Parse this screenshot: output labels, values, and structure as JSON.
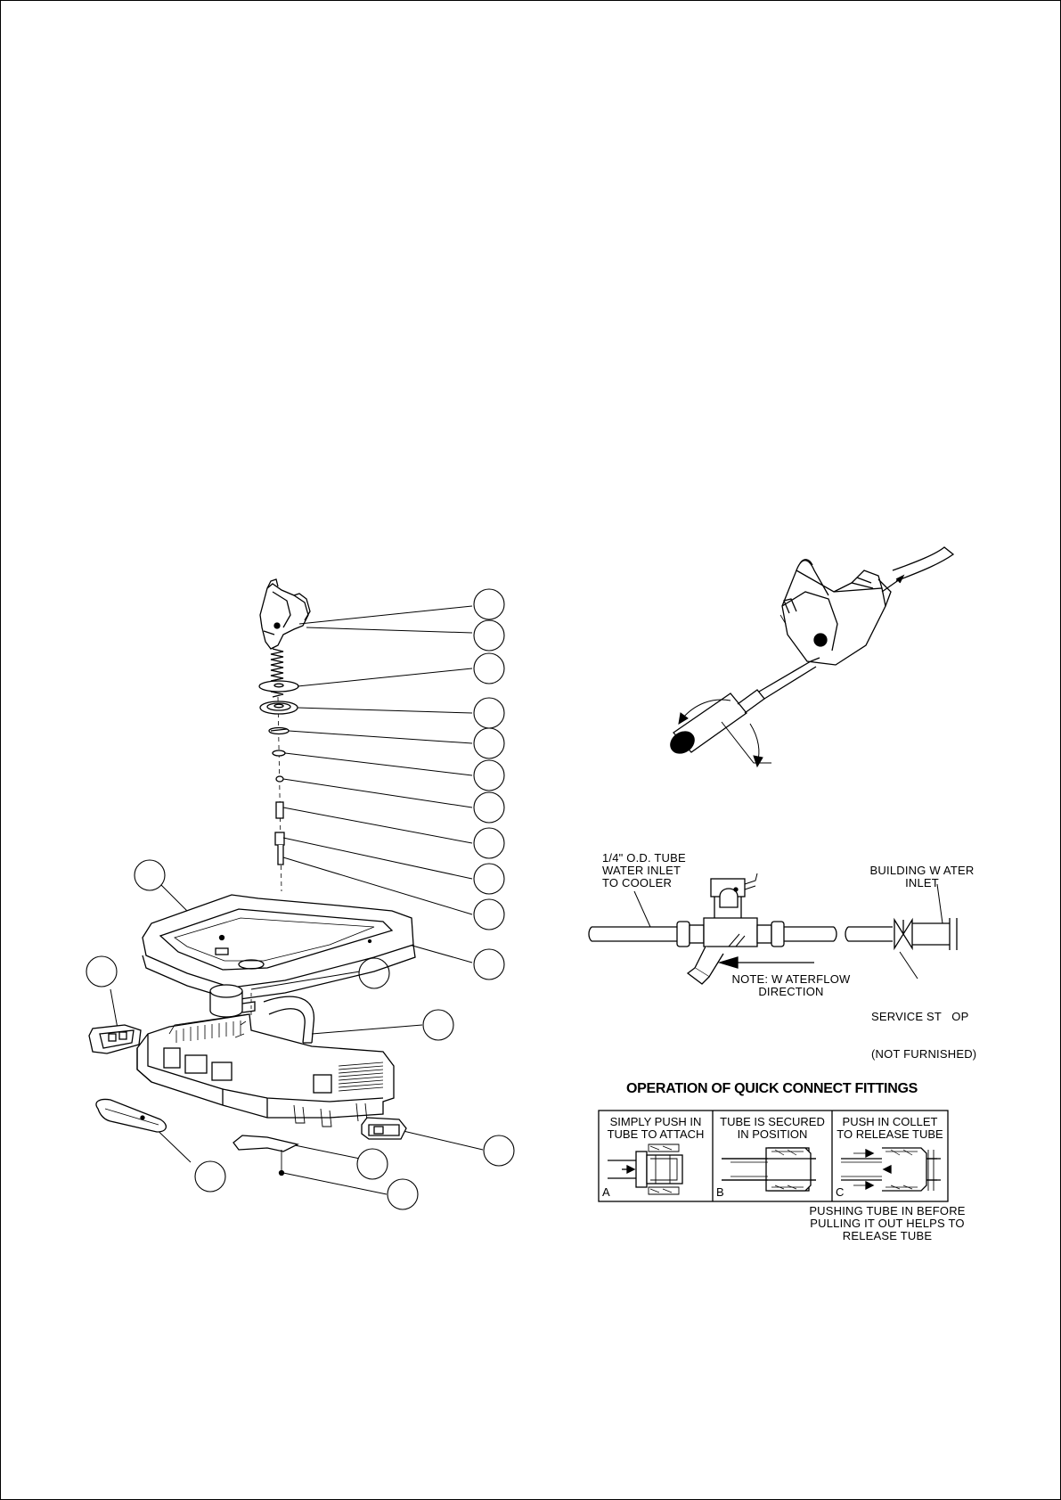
{
  "page": {
    "border": true,
    "line_color": "#000000",
    "background": "#ffffff"
  },
  "exploded_view": {
    "callout_count": 19,
    "icons": [
      "bubbler-valve-icon",
      "spring-icon",
      "washer-icon",
      "tube-icon",
      "basin-icon",
      "chiller-housing-icon",
      "side-panel-icon",
      "bracket-icon"
    ]
  },
  "valve_detail": {
    "icons": [
      "bubbler-head-icon",
      "screwdriver-icon",
      "wrench-tip-icon"
    ]
  },
  "inlet_diagram": {
    "tube_label": [
      "1/4\" O.D. TUBE",
      "WATER INLET",
      "TO COOLER"
    ],
    "building_label": [
      "BUILDING W ATER",
      "INLET"
    ],
    "flow_note": [
      "NOTE: W ATERFLOW",
      "DIRECTION"
    ],
    "service_stop": [
      "SERVICE ST   OP",
      "(NOT FURNISHED)"
    ]
  },
  "quick_connect": {
    "title": "OPERATION OF QUICK CONNECT FITTINGS",
    "panels": [
      {
        "letter": "A",
        "caption": [
          "SIMPLY PUSH IN",
          "TUBE TO ATTACH"
        ]
      },
      {
        "letter": "B",
        "caption": [
          "TUBE IS SECURED",
          "IN POSITION"
        ]
      },
      {
        "letter": "C",
        "caption": [
          "PUSH IN COLLET",
          "TO RELEASE TUBE"
        ]
      }
    ],
    "note": [
      "PUSHING TUBE IN BEFORE",
      "PULLING IT OUT HELPS TO",
      "RELEASE TUBE"
    ]
  }
}
